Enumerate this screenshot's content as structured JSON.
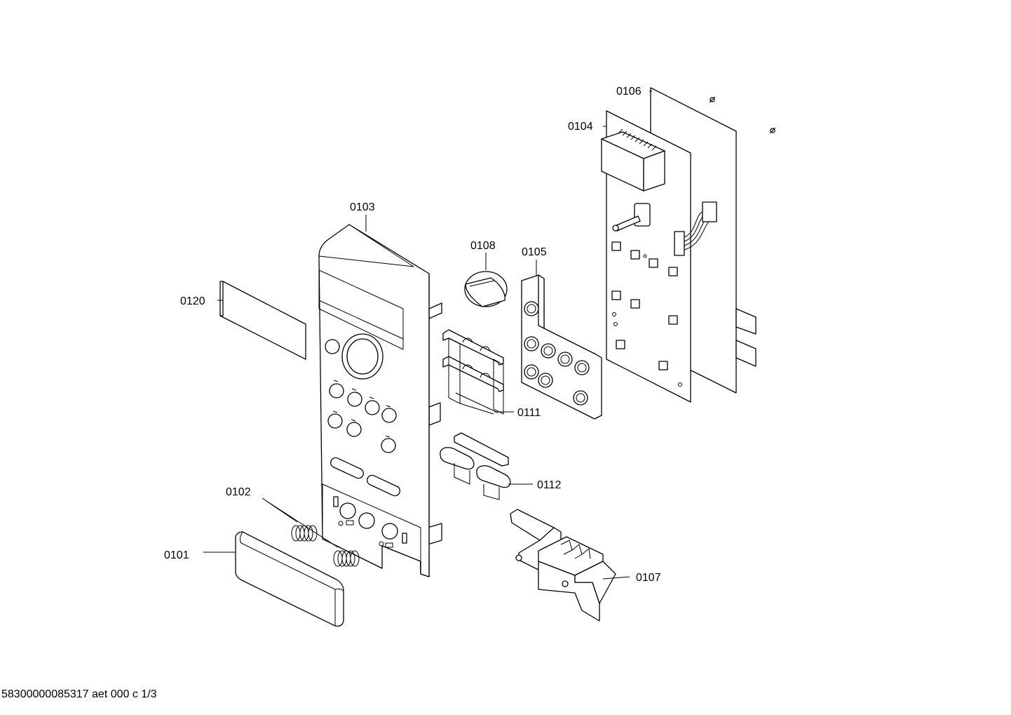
{
  "labels": {
    "p0101": "0101",
    "p0102": "0102",
    "p0103": "0103",
    "p0104": "0104",
    "p0105": "0105",
    "p0106": "0106",
    "p0107": "0107",
    "p0108": "0108",
    "p0111": "0111",
    "p0112": "0112",
    "p0120": "0120"
  },
  "footer": "58300000085317 aet 000 c 1/3"
}
